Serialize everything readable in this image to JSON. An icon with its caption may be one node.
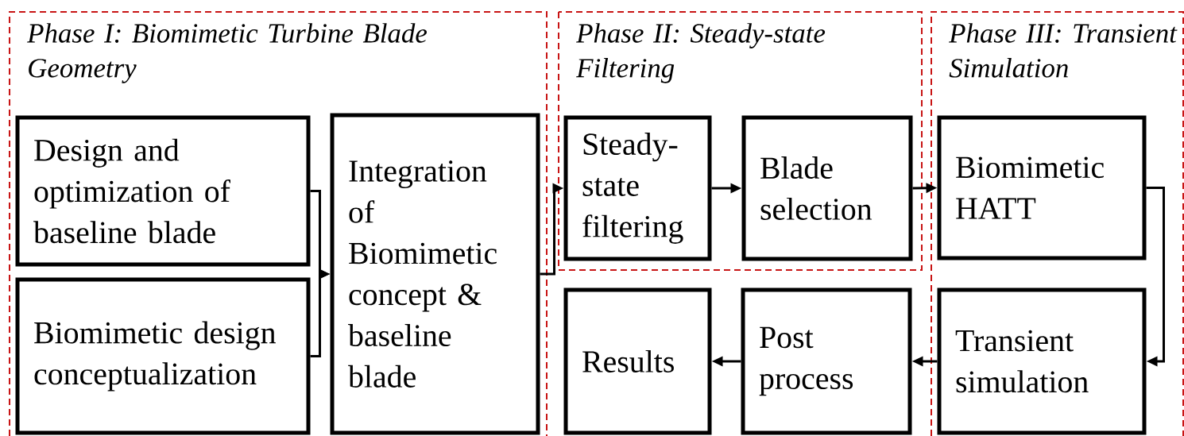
{
  "diagram": {
    "nodes": [
      {
        "text": [
          "Phase I: Biomimetic Turbine Blade Geometry"
        ]
      },
      {
        "text": [
          "Design and optimization of baseline blade"
        ],
        "in": 0
      },
      {
        "text": [
          "Biomimetic design conceptualization"
        ],
        "in": 0
      },
      {
        "text": [
          "Integration of Biomimetic concept & baseline blade"
        ],
        "in": 0
      },
      {
        "text": [
          "Phase II: Steady-state Filtering"
        ]
      },
      {
        "text": [
          "Steady-state filtering"
        ],
        "in": 4
      },
      {
        "text": [
          "Blade selection"
        ],
        "in": 4
      },
      {
        "text": [
          "Phase III: Transient Simulation"
        ]
      },
      {
        "text": [
          "Biomimetic HATT"
        ],
        "in": 7
      },
      {
        "text": [
          "Transient simulation"
        ],
        "in": 7
      },
      {
        "text": [
          "Post process"
        ]
      },
      {
        "text": [
          "Results"
        ]
      }
    ],
    "edges": [
      {
        "from": 1,
        "to": 3,
        "arrow": "to"
      },
      {
        "from": 2,
        "to": 3,
        "arrow": "to"
      },
      {
        "from": 3,
        "to": 5,
        "arrow": "to"
      },
      {
        "from": 5,
        "to": 6,
        "arrow": "to"
      },
      {
        "from": 6,
        "to": 8,
        "arrow": "to"
      },
      {
        "from": 8,
        "to": 9,
        "arrow": "to"
      },
      {
        "from": 9,
        "to": 10,
        "arrow": "to"
      },
      {
        "from": 10,
        "to": 11,
        "arrow": "to"
      }
    ]
  }
}
